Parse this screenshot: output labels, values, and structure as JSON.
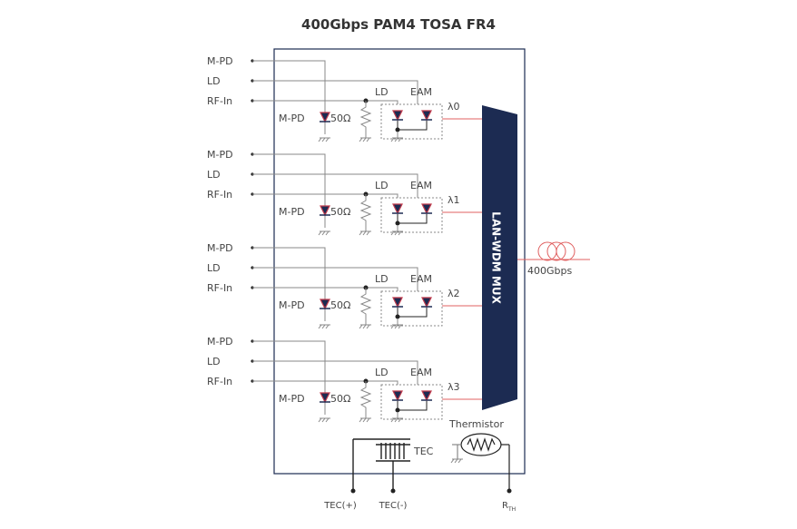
{
  "title": "400Gbps PAM4 TOSA FR4",
  "pins": [
    "M-PD",
    "LD",
    "RF-In"
  ],
  "channel_labels": {
    "mpd": "M-PD",
    "resistor": "50Ω",
    "ld": "LD",
    "eam": "EAM"
  },
  "wavelengths": [
    "λ0",
    "λ1",
    "λ2",
    "λ3"
  ],
  "mux_label": "LAN-WDM MUX",
  "output_label": "400Gbps",
  "tec_label": "TEC",
  "thermistor_label": "Thermistor",
  "bottom_pins": [
    "TEC(+)",
    "TEC(-)",
    "R"
  ],
  "rth_subscript": "TH",
  "colors": {
    "mux_fill": "#1c2b52",
    "laser_line": "#e06060",
    "diode_fill": "#1c2b52",
    "diode_accent": "#c0394b",
    "wire": "#888888"
  }
}
